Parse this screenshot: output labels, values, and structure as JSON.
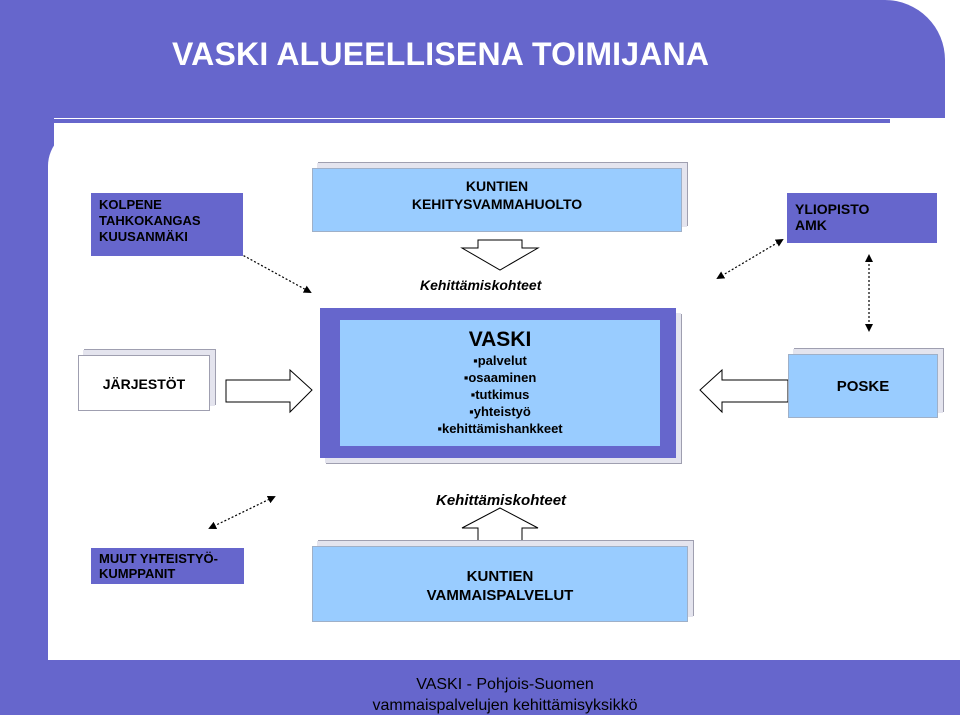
{
  "title": "VASKI ALUEELLISENA TOIMIJANA",
  "boxes": {
    "kolpene": [
      "KOLPENE",
      "TAHKOKANGAS",
      "KUUSANMÄKI"
    ],
    "kuntien_kehitys": [
      "KUNTIEN",
      "KEHITYSVAMMAHUOLTO"
    ],
    "yliopisto": [
      "YLIOPISTO",
      "AMK"
    ],
    "jarjestot": "JÄRJESTÖT",
    "poske": "POSKE",
    "muut": [
      "MUUT YHTEISTYÖ-",
      "KUMPPANIT"
    ],
    "kuntien_vammais": [
      "KUNTIEN",
      "VAMMAISPALVELUT"
    ]
  },
  "vaski": {
    "title": "VASKI",
    "items": [
      "palvelut",
      "osaaminen",
      "tutkimus",
      "yhteistyö",
      "kehittämishankkeet"
    ]
  },
  "labels": {
    "top": "Kehittämiskohteet",
    "bottom": "Kehittämiskohteet"
  },
  "footer": [
    "VASKI - Pohjois-Suomen",
    "vammaispalvelujen kehittämisyksikkö"
  ],
  "colors": {
    "frame": "#6666cc",
    "box_blue": "#99ccff",
    "box_purple": "#6666cc"
  }
}
